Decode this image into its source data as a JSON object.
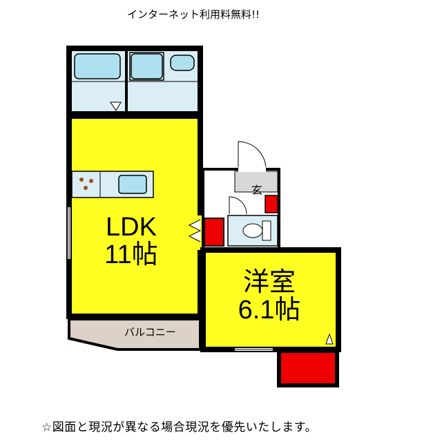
{
  "header": {
    "note": "インターネット利用料無料!!"
  },
  "rooms": {
    "ldk": {
      "name": "LDK",
      "size": "11帖"
    },
    "bedroom": {
      "name": "洋室",
      "size": "6.1帖"
    },
    "entrance": {
      "name": "玄"
    },
    "balcony": {
      "name": "バルコニー"
    }
  },
  "footer": {
    "note": "☆図面と現況が異なる場合現況を優先いたします。"
  },
  "colors": {
    "room_fill": "#ffff22",
    "wet_area_fill": "#dbeef6",
    "fixture_fill": "#aee0ef",
    "storage_fill": "#ee0000",
    "balcony_fill": "#ddd2c8",
    "wall": "#000000",
    "entry_fill": "#d8d8d8"
  },
  "icons": [
    "bathtub-icon",
    "washbasin-icon",
    "sink-icon",
    "stove-icon",
    "toilet-icon",
    "door-swing-icon"
  ]
}
